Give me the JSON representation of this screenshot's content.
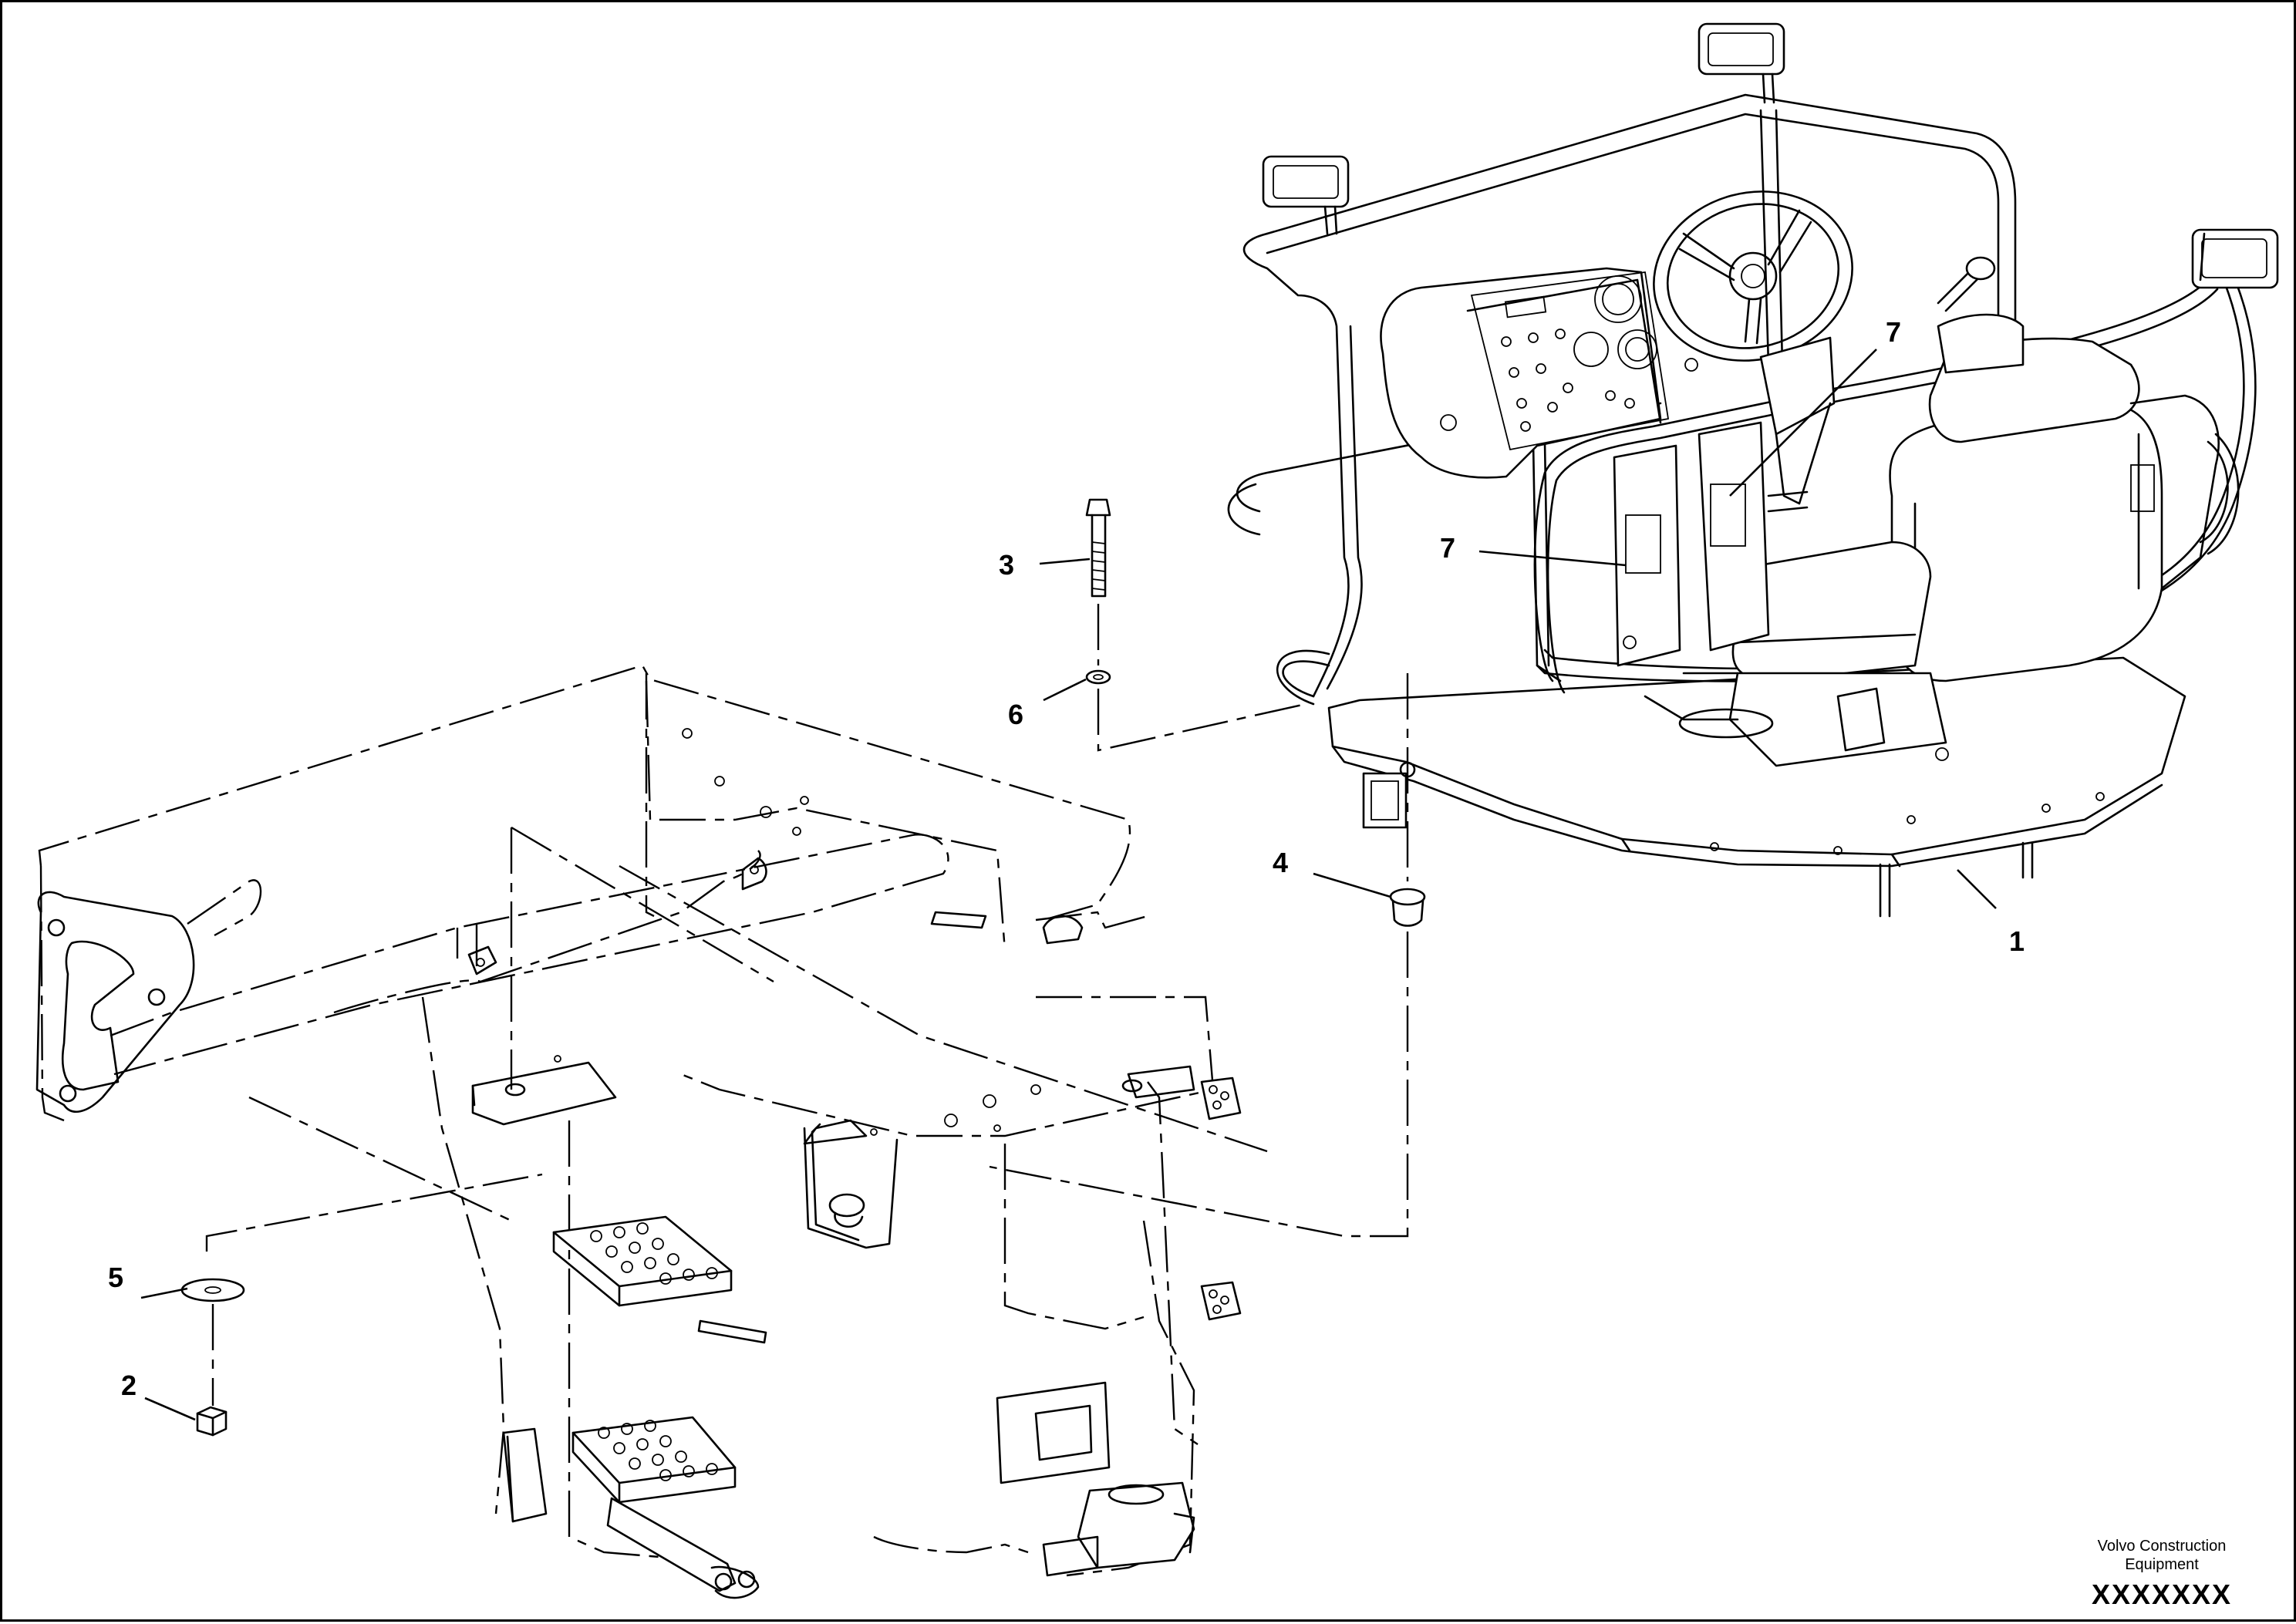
{
  "callouts": {
    "c1": "1",
    "c2": "2",
    "c3": "3",
    "c4": "4",
    "c5": "5",
    "c6": "6",
    "c7a": "7",
    "c7b": "7"
  },
  "title_block": {
    "company_line1": "Volvo Construction",
    "company_line2": "Equipment",
    "drawing_number": "XXXXXXX"
  }
}
